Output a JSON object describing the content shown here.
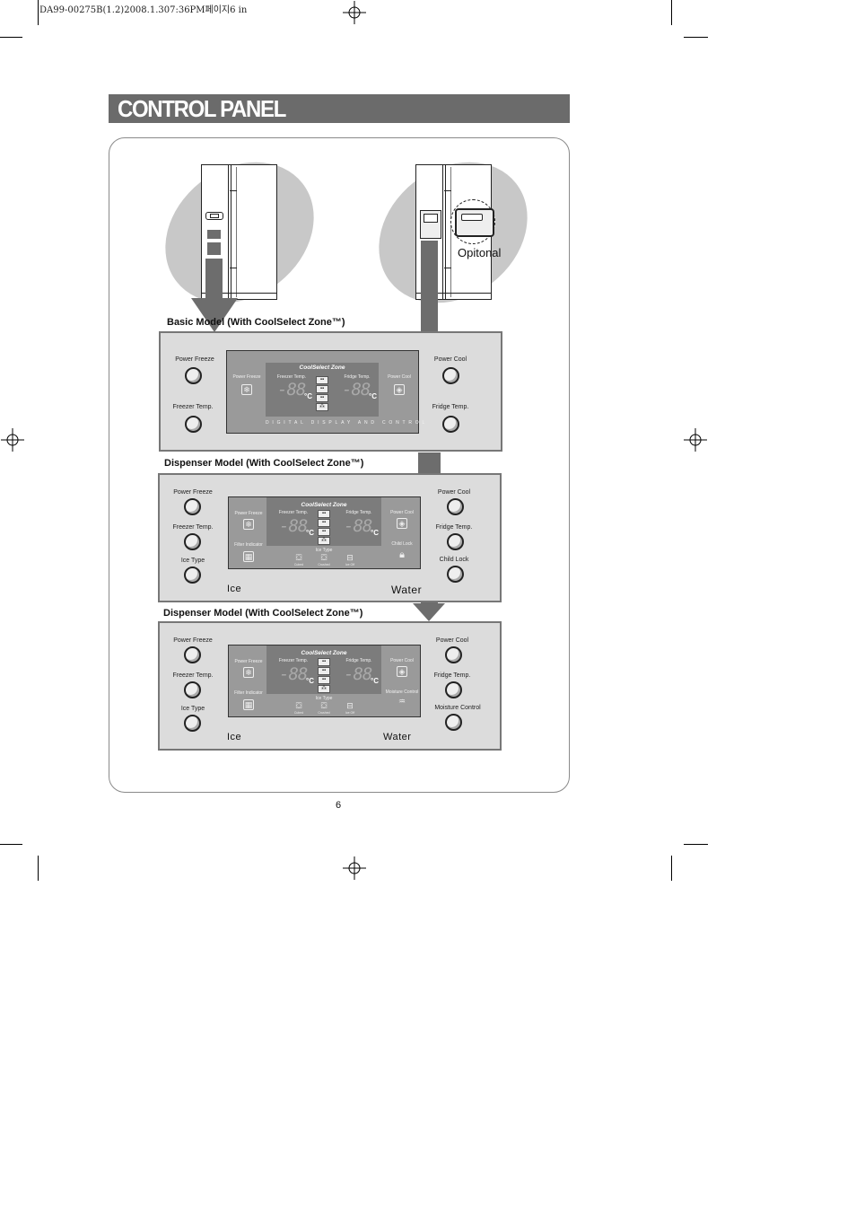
{
  "print_header": "DA99-00275B(1.2)2008.1.307:36PM페이지6 in",
  "title": "CONTROL PANEL",
  "optional_label": "Opitonal",
  "page_number": "6",
  "sections": {
    "basic": {
      "title": "Basic Model (With CoolSelect Zone™)",
      "left_buttons": [
        "Power Freeze",
        "Freezer Temp."
      ],
      "right_buttons": [
        "Power Cool",
        "Fridge Temp."
      ],
      "display": {
        "zone_title": "CoolSelect Zone",
        "left_icon": "Power Freeze",
        "right_icon": "Power Cool",
        "freezer_label": "Freezer Temp.",
        "fridge_label": "Fridge Temp.",
        "digits": "-88",
        "unit": "°C",
        "bottom_text": "DIGITAL DISPLAY AND CONTROL"
      }
    },
    "dispenser1": {
      "title": "Dispenser Model (With CoolSelect Zone™)",
      "left_buttons": [
        "Power Freeze",
        "Freezer Temp.",
        "Ice Type"
      ],
      "right_buttons": [
        "Power Cool",
        "Fridge Temp.",
        "Child Lock"
      ],
      "display": {
        "zone_title": "CoolSelect Zone",
        "left_top": "Power Freeze",
        "left_bottom": "Filter Indicator",
        "right_top": "Power Cool",
        "right_bottom": "Child Lock",
        "freezer_label": "Freezer Temp.",
        "fridge_label": "Fridge Temp.",
        "ice_type": "Ice Type",
        "ice_options": [
          "Cubed",
          "Crushed",
          "Ice Off"
        ],
        "digits": "-88",
        "unit": "°C"
      },
      "footer_left": "Ice",
      "footer_right": "Water"
    },
    "dispenser2": {
      "title": "Dispenser Model (With CoolSelect Zone™)",
      "left_buttons": [
        "Power Freeze",
        "Freezer Temp.",
        "Ice Type"
      ],
      "right_buttons": [
        "Power Cool",
        "Fridge Temp.",
        "Moisture Control"
      ],
      "display": {
        "zone_title": "CoolSelect Zone",
        "left_top": "Power Freeze",
        "left_bottom": "Filter Indicator",
        "right_top": "Power Cool",
        "right_bottom": "Moisture Control",
        "freezer_label": "Freezer Temp.",
        "fridge_label": "Fridge Temp.",
        "ice_type": "Ice Type",
        "ice_options": [
          "Cubed",
          "Crushed",
          "Ice Off"
        ],
        "digits": "-88",
        "unit": "°C"
      },
      "footer_left": "Ice",
      "footer_right": "Water"
    }
  }
}
